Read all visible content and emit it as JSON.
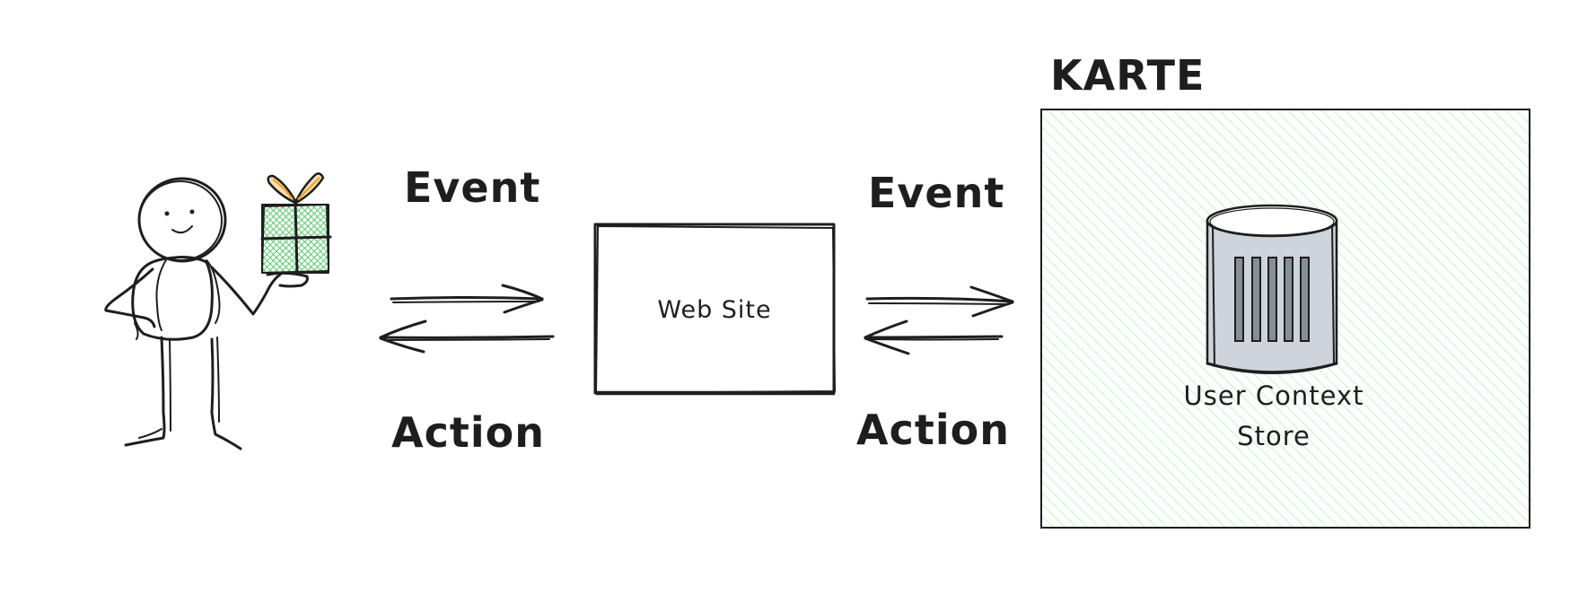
{
  "diagram": {
    "labels": {
      "event_left": "Event",
      "action_left": "Action",
      "event_right": "Event",
      "action_right": "Action",
      "website": "Web Site",
      "karte": "KARTE",
      "store_line1": "User Context",
      "store_line2": "Store"
    },
    "colors": {
      "stroke": "#1e1e1e",
      "green_hatch": "#b2f2bb",
      "gift_green": "#40c057",
      "ribbon_orange": "#f0a020",
      "db_fill": "#ced4da",
      "db_bars": "#868e96"
    },
    "icons": {
      "person": "stick-figure-icon",
      "gift": "gift-box-icon",
      "database": "database-cylinder-icon"
    }
  }
}
